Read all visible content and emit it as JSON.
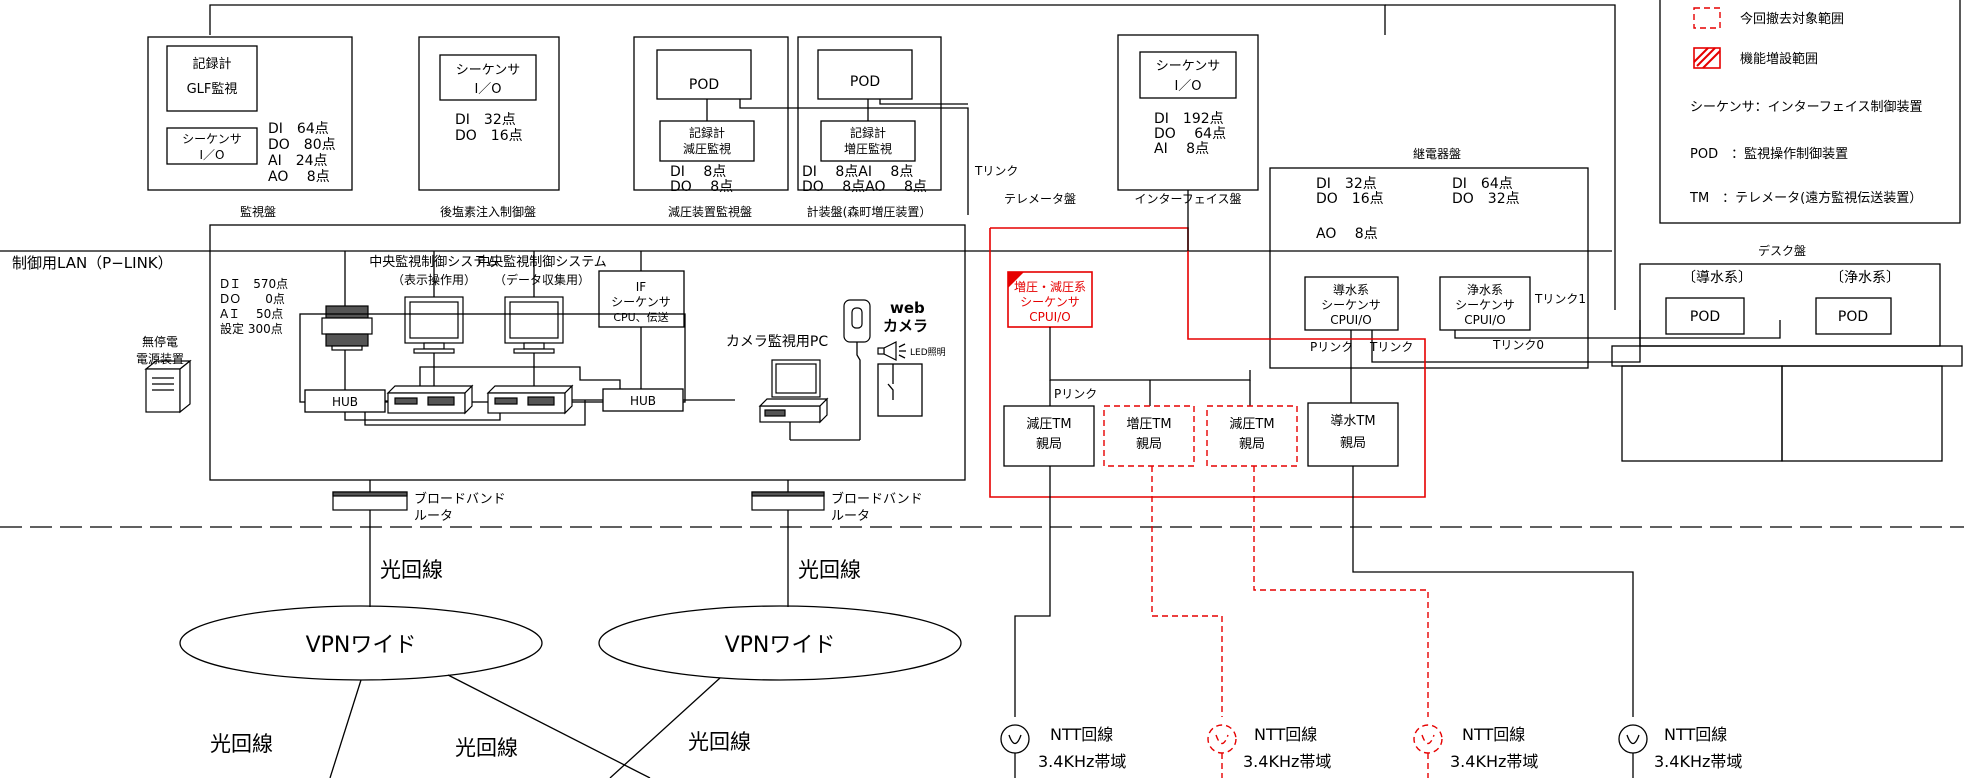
{
  "legend": {
    "removal_range": "今回撤去対象範囲",
    "expansion_range": "機能増設範囲",
    "sequencer_def": "シーケンサ：インターフェイス制御装置",
    "pod_def": "POD　：監視操作制御装置",
    "tm_def": "TM　：テレメータ(遠方監視伝送装置）"
  },
  "panels": {
    "kanshi": {
      "label": "監視盤",
      "recorder_line1": "記録計",
      "recorder_line2": "GLF監視",
      "seq_line1": "シーケンサ",
      "seq_line2": "I／O",
      "io": [
        "DI　64点",
        "DO　80点",
        "AI　24点",
        "AO　 8点"
      ]
    },
    "enso": {
      "label": "後塩素注入制御盤",
      "seq_line1": "シーケンサ",
      "seq_line2": "I／O",
      "io": [
        "DI　32点",
        "DO　16点"
      ]
    },
    "genatsu": {
      "label": "減圧装置監視盤",
      "pod": "POD",
      "rec_line1": "記録計",
      "rec_line2": "減圧監視",
      "io": [
        "DI　 8点",
        "DO　 8点"
      ]
    },
    "keiso": {
      "label": "計装盤(森町増圧装置）",
      "pod": "POD",
      "rec_line1": "記録計",
      "rec_line2": "増圧監視",
      "io": [
        "DI　 8点AI　 8点",
        "DO　 8点AO　 8点"
      ]
    },
    "interface": {
      "label": "インターフェイス盤",
      "seq_line1": "シーケンサ",
      "seq_line2": "I／O",
      "io": [
        "DI　192点",
        "DO　 64点",
        "AI　  8点"
      ]
    },
    "relay": {
      "label": "継電器盤",
      "io_left": [
        "DI　32点",
        "DO　16点"
      ],
      "io_right": [
        "DI　64点",
        "DO　32点"
      ],
      "ao": "AO　 8点",
      "seq_dosui": [
        "導水系",
        "シーケンサ",
        "CPUI/O"
      ],
      "seq_josui": [
        "浄水系",
        "シーケンサ",
        "CPUI/O"
      ]
    },
    "telemeter": {
      "label": "テレメータ盤",
      "seq": [
        "増圧・減圧系",
        "シーケンサ",
        "CPUI/O"
      ],
      "plink": "Pリンク",
      "tlink": "Tリンク",
      "tm_units": [
        {
          "line1": "減圧TM",
          "line2": "親局",
          "style": "solid"
        },
        {
          "line1": "増圧TM",
          "line2": "親局",
          "style": "removed"
        },
        {
          "line1": "減圧TM",
          "line2": "親局",
          "style": "removed"
        },
        {
          "line1": "導水TM",
          "line2": "親局",
          "style": "solid"
        }
      ]
    },
    "desk": {
      "label": "デスク盤",
      "left_title": "〔導水系〕",
      "right_title": "〔浄水系〕",
      "pod_left": "POD",
      "pod_right": "POD"
    }
  },
  "links": {
    "plink": "Pリンク",
    "tlink": "Tリンク",
    "tlink1": "Tリンク1",
    "tlink0": "Tリンク0"
  },
  "central": {
    "lan_label": "制御用LAN（P−LINK）",
    "io": [
      "DＩ　570点",
      "DＯ　　0点",
      "AＩ　 50点",
      "設定 300点"
    ],
    "sys_display_1": "中央監視制御システム",
    "sys_display_2": "（表示操作用）",
    "sys_data_1": "中央監視制御システム",
    "sys_data_2": "（データ収集用）",
    "if_seq": [
      "IF",
      "シーケンサ",
      "CPU、伝送"
    ],
    "hub": "HUB",
    "camera_pc": "カメラ監視用PC",
    "web_camera_1": "web",
    "web_camera_2": "カメラ",
    "led": "LED照明",
    "ups_1": "無停電",
    "ups_2": "電源装置"
  },
  "network": {
    "router_1": "ブロードバンド",
    "router_2": "ルータ",
    "fiber": "光回線",
    "vpn": "VPNワイド",
    "ntt": "NTT回線",
    "band": "3.4KHz帯域"
  }
}
